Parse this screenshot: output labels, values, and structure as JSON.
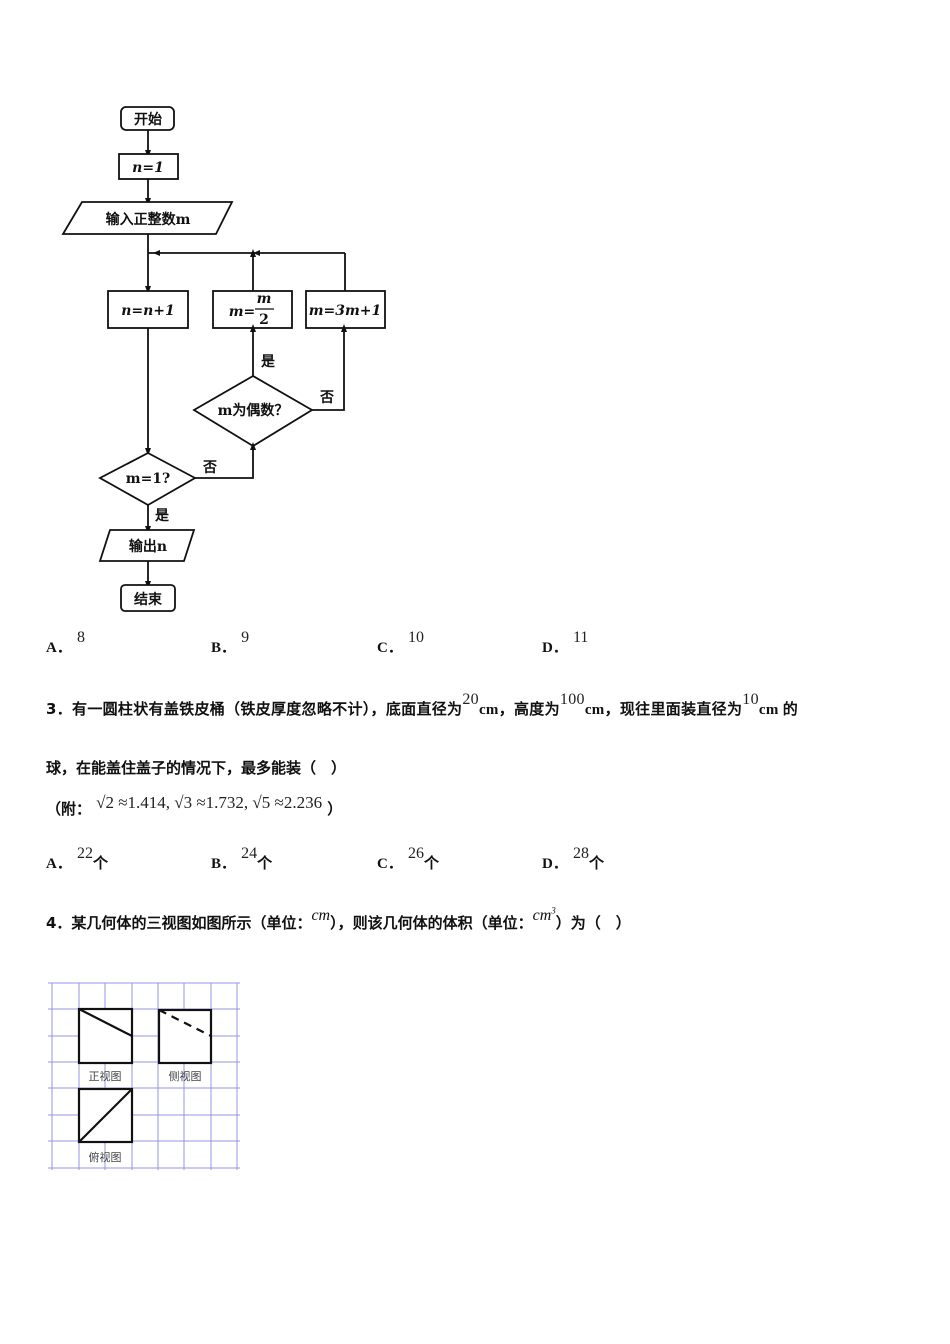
{
  "flowchart": {
    "start": "开始",
    "init": "n=1",
    "input": "输入正整数m",
    "increment": "n=n+1",
    "halve_lhs": "m=",
    "halve_num": "m",
    "halve_den": "2",
    "triple": "m=3m+1",
    "cond_even": "m为偶数？",
    "cond_one": "m=1?",
    "yes": "是",
    "no": "否",
    "output": "输出n",
    "end": "结束"
  },
  "q2_options": [
    {
      "letter": "A．",
      "value": "8"
    },
    {
      "letter": "B．",
      "value": "9"
    },
    {
      "letter": "C．",
      "value": "10"
    },
    {
      "letter": "D．",
      "value": "11"
    }
  ],
  "q3": {
    "line1_a": "3．有一圆柱状有盖铁皮桶（铁皮厚度忽略不计），底面直径为",
    "diameter": "20",
    "unit1": "cm，高度为",
    "height": "100",
    "unit2": "cm，现往里面装直径为",
    "ball": "10",
    "unit3": "cm 的",
    "line2": "球，在能盖住盖子的情况下，最多能装（　）",
    "note_open": "（附：",
    "note_math": "√2 ≈1.414, √3 ≈1.732, √5 ≈2.236",
    "note_close": "）",
    "options": [
      {
        "letter": "A．",
        "value": "22",
        "unit": "个"
      },
      {
        "letter": "B．",
        "value": "24",
        "unit": "个"
      },
      {
        "letter": "C．",
        "value": "26",
        "unit": "个"
      },
      {
        "letter": "D．",
        "value": "28",
        "unit": "个"
      }
    ]
  },
  "q4": {
    "text_a": "4．某几何体的三视图如图所示（单位：",
    "unit_a": "cm",
    "text_b": "），则该几何体的体积（单位：",
    "unit_b": "cm",
    "unit_b_exp": "3",
    "text_c": "）为（　）",
    "views": {
      "front": "正视图",
      "side": "侧视图",
      "top": "俯视图"
    }
  }
}
